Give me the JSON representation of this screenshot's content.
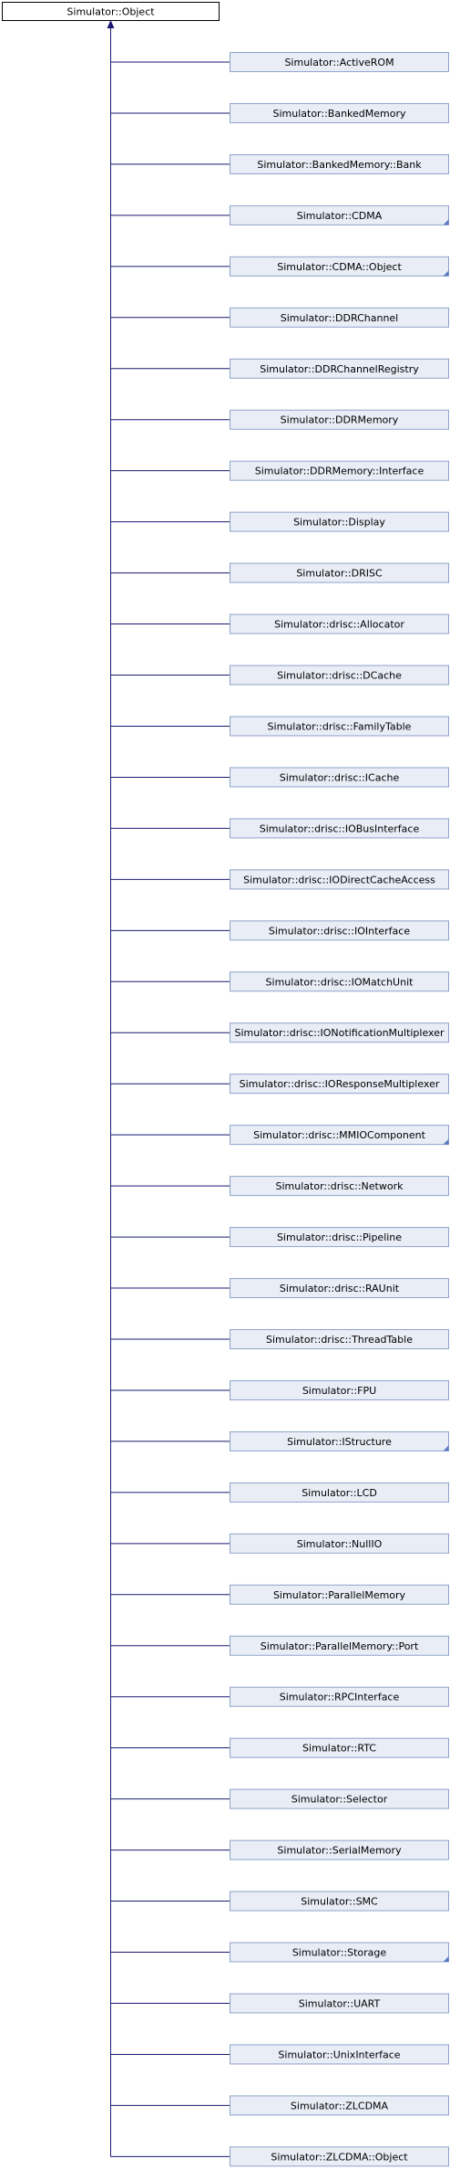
{
  "colors": {
    "edge": "#191970",
    "node_fill": "#e8edf6",
    "node_border": "#8fa3cc",
    "root_fill": "#ffffff",
    "root_border": "#000000"
  },
  "root": {
    "label": "Simulator::Object"
  },
  "children": [
    {
      "label": "Simulator::ActiveROM",
      "has_subclasses": false
    },
    {
      "label": "Simulator::BankedMemory",
      "has_subclasses": false
    },
    {
      "label": "Simulator::BankedMemory::Bank",
      "has_subclasses": false
    },
    {
      "label": "Simulator::CDMA",
      "has_subclasses": true
    },
    {
      "label": "Simulator::CDMA::Object",
      "has_subclasses": true
    },
    {
      "label": "Simulator::DDRChannel",
      "has_subclasses": false
    },
    {
      "label": "Simulator::DDRChannelRegistry",
      "has_subclasses": false
    },
    {
      "label": "Simulator::DDRMemory",
      "has_subclasses": false
    },
    {
      "label": "Simulator::DDRMemory::Interface",
      "has_subclasses": false
    },
    {
      "label": "Simulator::Display",
      "has_subclasses": false
    },
    {
      "label": "Simulator::DRISC",
      "has_subclasses": false
    },
    {
      "label": "Simulator::drisc::Allocator",
      "has_subclasses": false
    },
    {
      "label": "Simulator::drisc::DCache",
      "has_subclasses": false
    },
    {
      "label": "Simulator::drisc::FamilyTable",
      "has_subclasses": false
    },
    {
      "label": "Simulator::drisc::ICache",
      "has_subclasses": false
    },
    {
      "label": "Simulator::drisc::IOBusInterface",
      "has_subclasses": false
    },
    {
      "label": "Simulator::drisc::IODirectCacheAccess",
      "has_subclasses": false
    },
    {
      "label": "Simulator::drisc::IOInterface",
      "has_subclasses": false
    },
    {
      "label": "Simulator::drisc::IOMatchUnit",
      "has_subclasses": false
    },
    {
      "label": "Simulator::drisc::IONotificationMultiplexer",
      "has_subclasses": false
    },
    {
      "label": "Simulator::drisc::IOResponseMultiplexer",
      "has_subclasses": false
    },
    {
      "label": "Simulator::drisc::MMIOComponent",
      "has_subclasses": true
    },
    {
      "label": "Simulator::drisc::Network",
      "has_subclasses": false
    },
    {
      "label": "Simulator::drisc::Pipeline",
      "has_subclasses": false
    },
    {
      "label": "Simulator::drisc::RAUnit",
      "has_subclasses": false
    },
    {
      "label": "Simulator::drisc::ThreadTable",
      "has_subclasses": false
    },
    {
      "label": "Simulator::FPU",
      "has_subclasses": false
    },
    {
      "label": "Simulator::IStructure",
      "has_subclasses": true
    },
    {
      "label": "Simulator::LCD",
      "has_subclasses": false
    },
    {
      "label": "Simulator::NullIO",
      "has_subclasses": false
    },
    {
      "label": "Simulator::ParallelMemory",
      "has_subclasses": false
    },
    {
      "label": "Simulator::ParallelMemory::Port",
      "has_subclasses": false
    },
    {
      "label": "Simulator::RPCInterface",
      "has_subclasses": false
    },
    {
      "label": "Simulator::RTC",
      "has_subclasses": false
    },
    {
      "label": "Simulator::Selector",
      "has_subclasses": false
    },
    {
      "label": "Simulator::SerialMemory",
      "has_subclasses": false
    },
    {
      "label": "Simulator::SMC",
      "has_subclasses": false
    },
    {
      "label": "Simulator::Storage",
      "has_subclasses": true
    },
    {
      "label": "Simulator::UART",
      "has_subclasses": false
    },
    {
      "label": "Simulator::UnixInterface",
      "has_subclasses": false
    },
    {
      "label": "Simulator::ZLCDMA",
      "has_subclasses": false
    },
    {
      "label": "Simulator::ZLCDMA::Object",
      "has_subclasses": false
    }
  ]
}
